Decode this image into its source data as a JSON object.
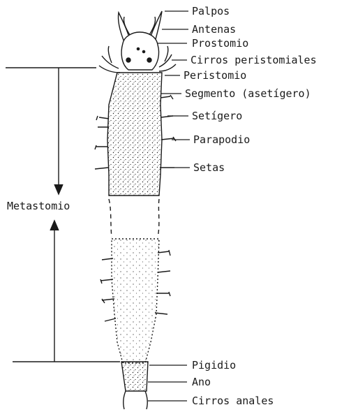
{
  "labels": {
    "palpos": "Palpos",
    "antenas": "Antenas",
    "prostomio": "Prostomio",
    "cirros_peristomiales": "Cirros peristomiales",
    "peristomio": "Peristomio",
    "segmento": "Segmento (asetígero)",
    "setigero": "Setígero",
    "parapodio": "Parapodio",
    "setas": "Setas",
    "metastomio": "Metastomio",
    "pigidio": "Pigidio",
    "ano": "Ano",
    "cirros_anales": "Cirros anales"
  },
  "colors": {
    "ink": "#1a1a1a",
    "paper": "#ffffff"
  }
}
